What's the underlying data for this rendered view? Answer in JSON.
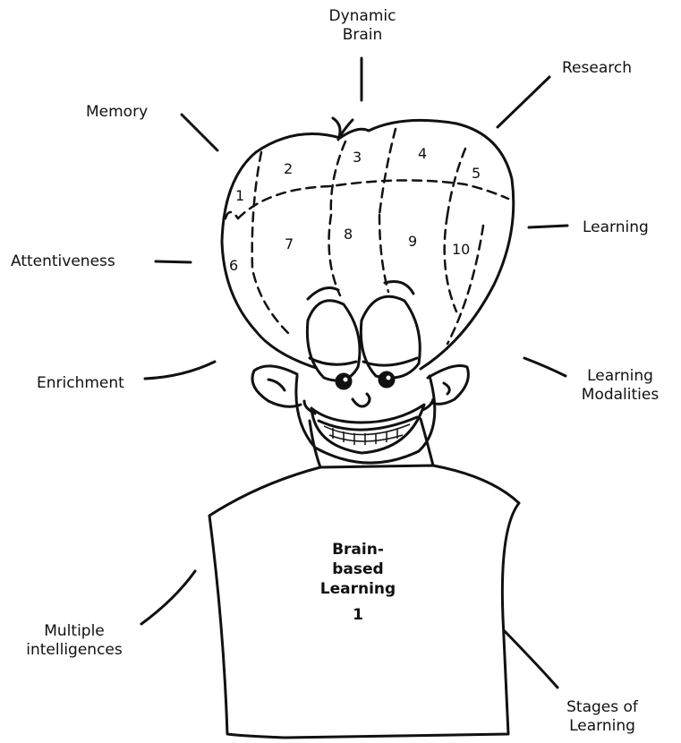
{
  "labels": {
    "dynamic_brain": [
      "Dynamic",
      "Brain"
    ],
    "research": "Research",
    "memory": "Memory",
    "learning": "Learning",
    "attentiveness": "Attentiveness",
    "enrichment": "Enrichment",
    "learning_modalities": [
      "Learning",
      "Modalities"
    ],
    "multiple_intelligences": [
      "Multiple",
      "intelligences"
    ],
    "stages_of_learning": [
      "Stages of",
      "Learning"
    ]
  },
  "brain_regions": [
    "1",
    "2",
    "3",
    "4",
    "5",
    "6",
    "7",
    "8",
    "9",
    "10"
  ],
  "shirt": {
    "title": [
      "Brain-",
      "based",
      "Learning"
    ],
    "number": "1"
  },
  "colors": {
    "ink": "#111111",
    "background": "#ffffff"
  }
}
